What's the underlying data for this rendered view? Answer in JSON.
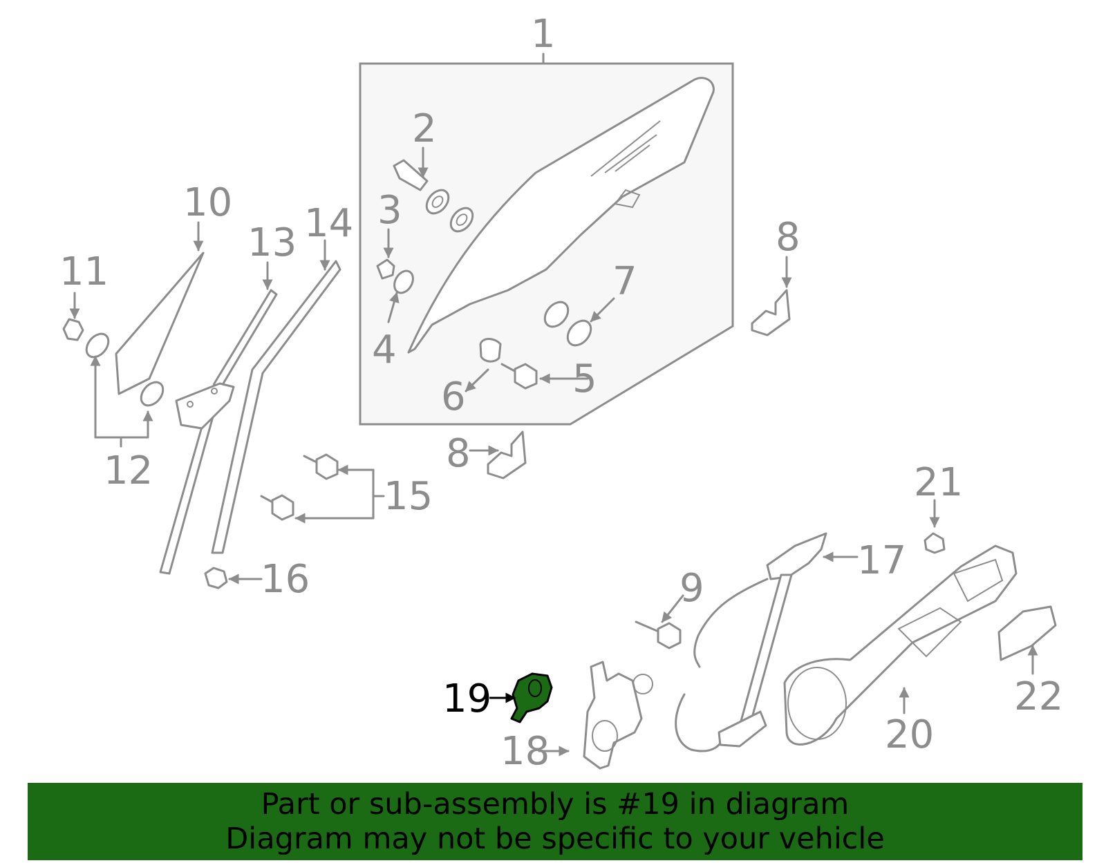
{
  "colors": {
    "line_art": "#8c8c8c",
    "highlight_fill": "#1a6b14",
    "banner_background": "#1a6b14",
    "highlight_label": "#000000"
  },
  "callouts": {
    "c1": "1",
    "c2": "2",
    "c3": "3",
    "c4": "4",
    "c5": "5",
    "c6": "6",
    "c7": "7",
    "c8a": "8",
    "c8b": "8",
    "c9": "9",
    "c10": "10",
    "c11": "11",
    "c12": "12",
    "c13": "13",
    "c14": "14",
    "c15": "15",
    "c16": "16",
    "c17": "17",
    "c18": "18",
    "c19": "19",
    "c20": "20",
    "c21": "21",
    "c22": "22"
  },
  "highlighted_part": "19",
  "banner": {
    "line1": "Part or sub-assembly is #19 in diagram",
    "line2": "Diagram may not be specific to your vehicle"
  }
}
